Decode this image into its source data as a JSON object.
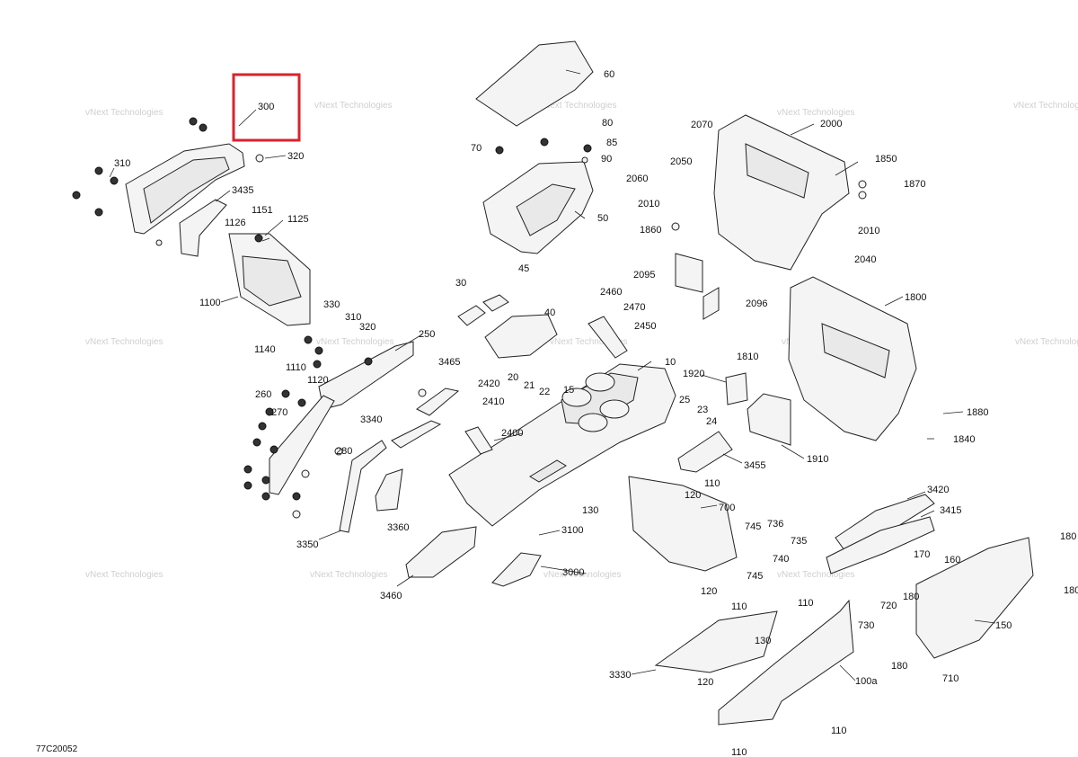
{
  "watermark": "vNext Technologies",
  "drawing_code": "77C20052",
  "highlight_color": "#d9232e",
  "callouts": [
    "300",
    "320",
    "310",
    "3435",
    "1126",
    "1151",
    "1125",
    "1100",
    "330",
    "310",
    "320",
    "1140",
    "1110",
    "1120",
    "250",
    "260",
    "270",
    "280",
    "3340",
    "3350",
    "3360",
    "3460",
    "3465",
    "2420",
    "2410",
    "2400",
    "20",
    "21",
    "22",
    "15",
    "30",
    "45",
    "40",
    "2460",
    "2470",
    "2450",
    "10",
    "25",
    "23",
    "24",
    "3455",
    "110",
    "120",
    "130",
    "700",
    "3100",
    "3000",
    "60",
    "80",
    "85",
    "90",
    "70",
    "50",
    "2070",
    "2000",
    "2050",
    "2060",
    "2010",
    "1850",
    "1870",
    "1860",
    "2010",
    "2040",
    "2095",
    "2096",
    "1800",
    "1810",
    "1920",
    "1880",
    "1840",
    "1910",
    "745",
    "736",
    "735",
    "740",
    "745",
    "120",
    "110",
    "3420",
    "3415",
    "170",
    "160",
    "180",
    "180",
    "720",
    "180",
    "730",
    "180",
    "710",
    "150",
    "110",
    "130",
    "120",
    "3330",
    "100a",
    "110",
    "110"
  ]
}
